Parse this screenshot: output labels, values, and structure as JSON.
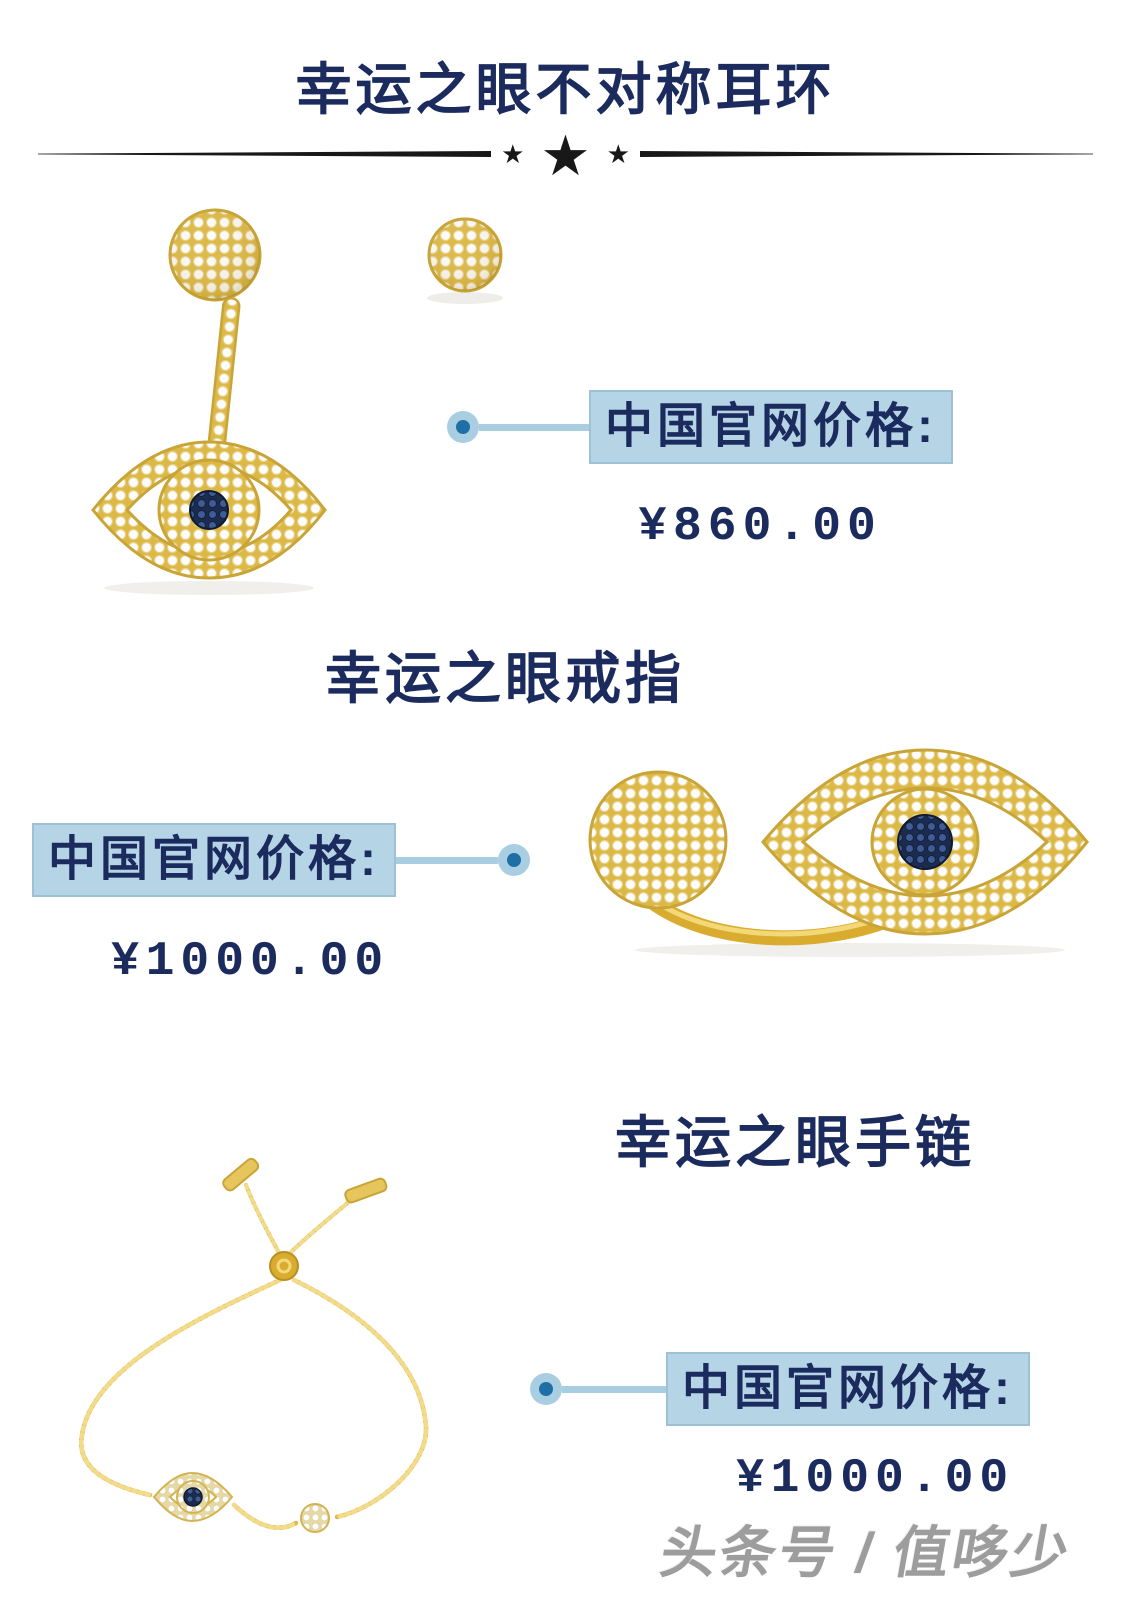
{
  "page": {
    "watermark": "头条号 / 值哆少"
  },
  "divider": {
    "star": "★"
  },
  "colors": {
    "title_navy": "#1c2b5e",
    "label_background": "#b5d4e6",
    "connector_blue": "#a9cee2",
    "dot_inner_blue": "#1e6fa5",
    "divider_black": "#181818",
    "watermark_gray": "#9d9d9d",
    "jewelry_gold": "#dcb945",
    "evil_eye_blue": "#3f5c96"
  },
  "sections": [
    {
      "id": "earrings",
      "title": "幸运之眼不对称耳环",
      "price_label": "中国官网价格:",
      "price": "¥860.00",
      "image": "evil-eye-asymmetric-earrings"
    },
    {
      "id": "ring",
      "title": "幸运之眼戒指",
      "price_label": "中国官网价格:",
      "price": "¥1000.00",
      "image": "evil-eye-double-ring"
    },
    {
      "id": "bracelet",
      "title": "幸运之眼手链",
      "price_label": "中国官网价格:",
      "price": "¥1000.00",
      "image": "evil-eye-bracelet"
    }
  ]
}
